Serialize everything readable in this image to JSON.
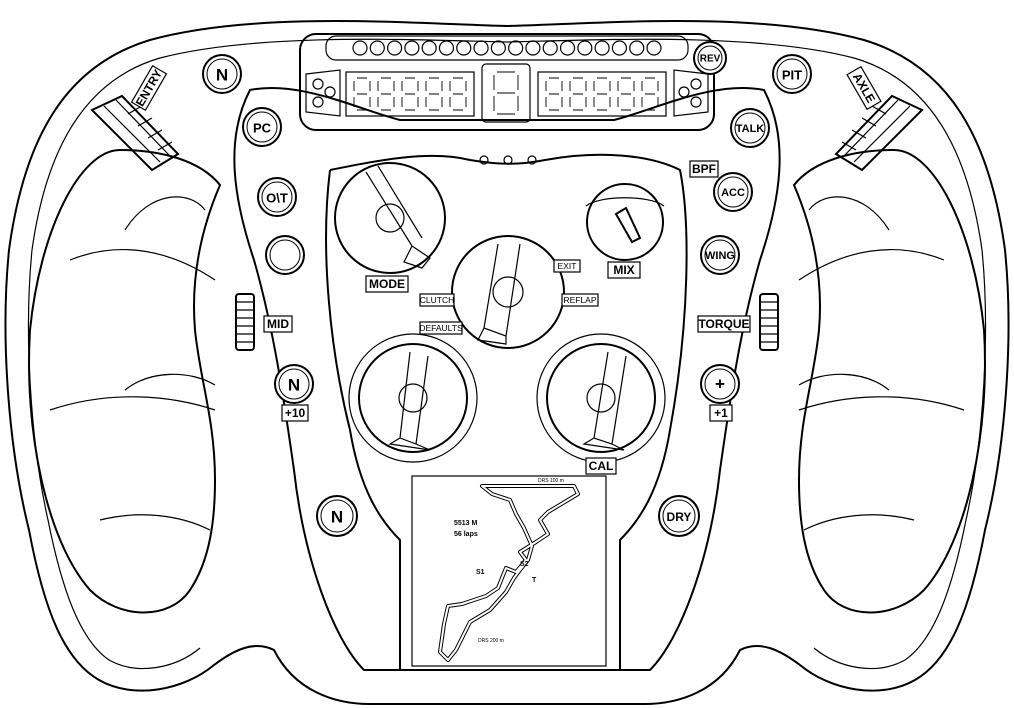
{
  "buttons": {
    "n_top_left": "N",
    "pc": "PC",
    "ot": "O\\T",
    "blank_left": "",
    "n_mid_left": "N",
    "n_bottom_left": "N",
    "rev": "REV",
    "pit": "PIT",
    "talk": "TALK",
    "acc": "ACC",
    "wing": "WING",
    "plus": "+",
    "dry": "DRY"
  },
  "labels": {
    "entry": "ENTRY",
    "axle": "AXLE",
    "mid": "MID",
    "torque": "TORQUE",
    "bpf": "BPF",
    "plus10": "+10",
    "plus1": "+1",
    "mode": "MODE",
    "mix": "MIX",
    "cal": "CAL",
    "exit": "EXIT",
    "clutch": "CLUTCH",
    "reflap": "REFLAP",
    "defaults": "DEFAULTS"
  },
  "track_map": {
    "length": "5513 M",
    "laps": "56 laps",
    "sector1": "S1",
    "sector2": "S2",
    "turn": "T",
    "drs_top": "DRS 100 m",
    "drs_bottom": "DRS 200 m"
  },
  "display": {
    "shift_lights": 18
  }
}
